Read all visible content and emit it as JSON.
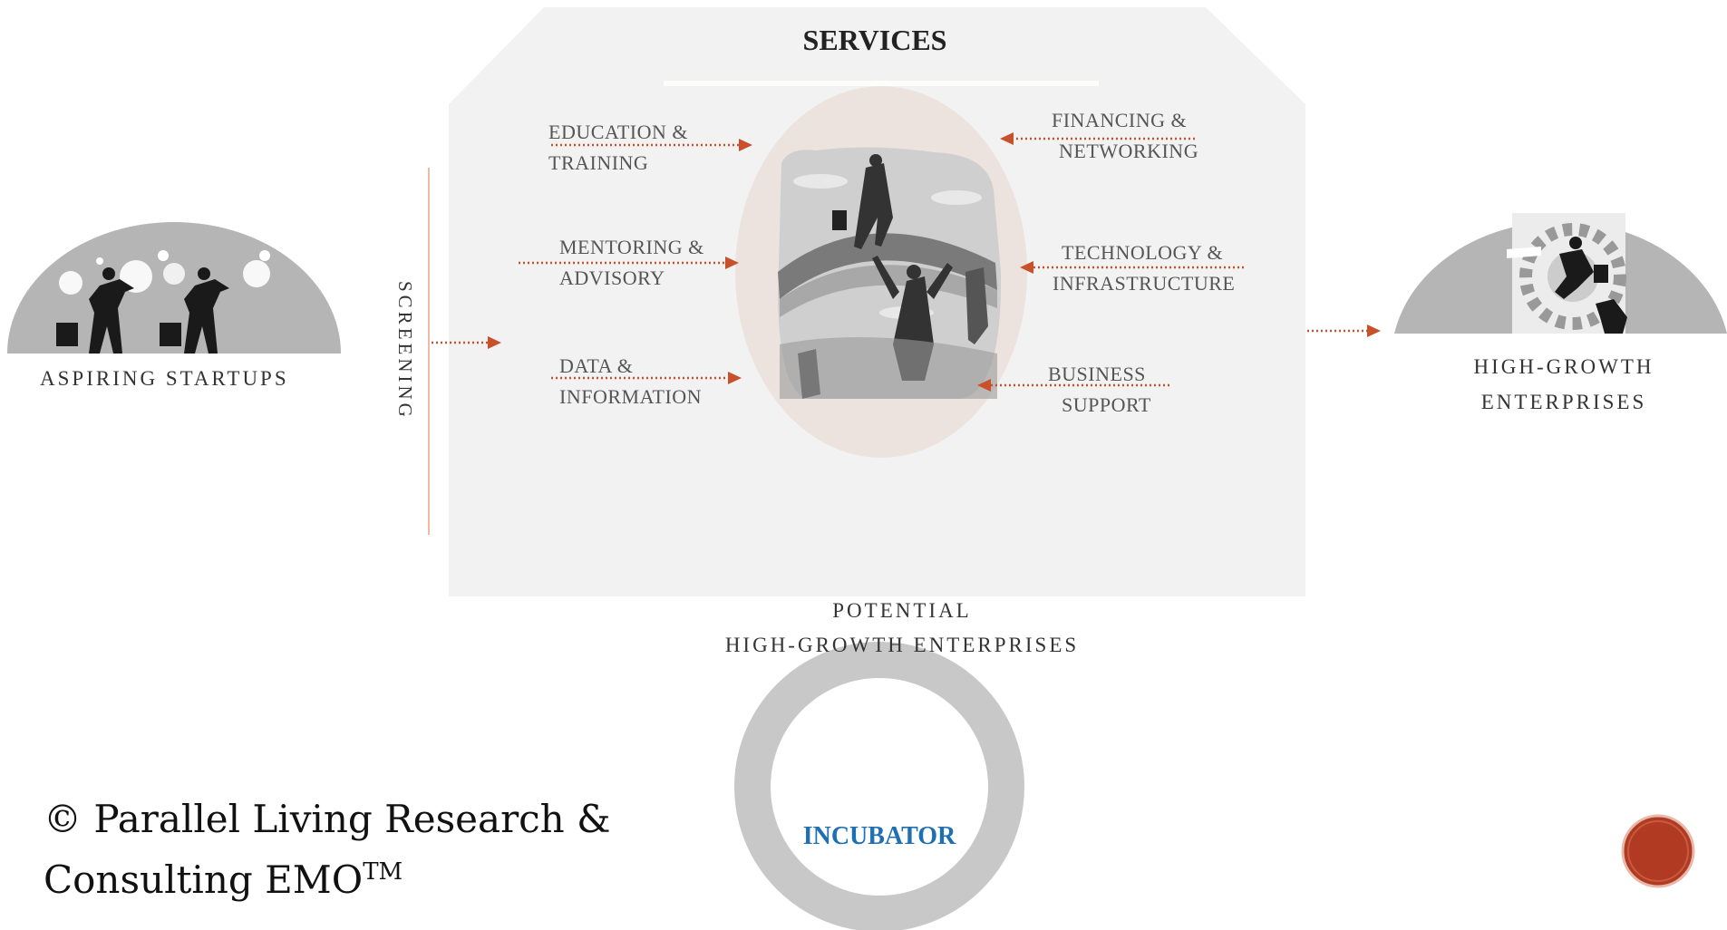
{
  "services": {
    "title": "SERVICES",
    "left": [
      {
        "line1": "EDUCATION &",
        "line2": "TRAINING"
      },
      {
        "line1": "MENTORING &",
        "line2": "ADVISORY"
      },
      {
        "line1": "DATA &",
        "line2": "INFORMATION"
      }
    ],
    "right": [
      {
        "line1": "FINANCING &",
        "line2": "NETWORKING"
      },
      {
        "line1": "TECHNOLOGY &",
        "line2": "INFRASTRUCTURE"
      },
      {
        "line1": "BUSINESS",
        "line2": "SUPPORT"
      }
    ]
  },
  "screening": "SCREENING",
  "aspiring": "ASPIRING STARTUPS",
  "high_growth": {
    "line1": "HIGH-GROWTH",
    "line2": "ENTERPRISES"
  },
  "potential": {
    "line1": "POTENTIAL",
    "line2": "HIGH-GROWTH ENTERPRISES"
  },
  "incubator": "INCUBATOR",
  "copyright": {
    "line1": "© Parallel Living Research &",
    "line2": "Consulting EMO",
    "tm": "TM"
  },
  "colors": {
    "accent": "#c8502a",
    "incubator_text": "#1f6fb5",
    "panel": "#f2f2f2",
    "ring": "#c8c8c8",
    "oval": "#ece3df",
    "slide_button": "#b03a22"
  }
}
